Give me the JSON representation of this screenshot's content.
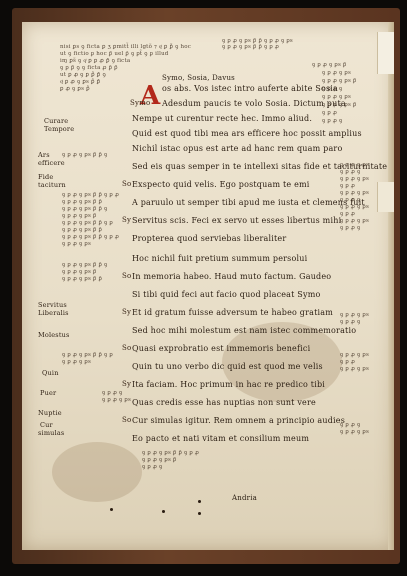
{
  "manuscript": {
    "initial_letter": "A",
    "main_text": [
      "Symo, Sosia, Davus",
      "os abs. Vos istec intro auferte abite Sosia",
      "Adesdum paucis te volo Sosia. Dictum puta",
      "Nempe ut curentur recte hec. Immo aliud.",
      "Quid est quod tibi mea ars efficere hoc possit amplius",
      "Nichil istac opus est arte ad hanc rem quam paro",
      "Sed eis quas semper in te intellexi sitas fide et taciturnitate",
      "Exspecto quid velis. Ego postquam te emi",
      "A paruulo ut semper tibi apud me iusta et clemens fuit",
      "Servitus scis. Feci ex servo ut esses libertus mihi",
      "Propterea quod serviebas liberaliter",
      "Hoc nichil fuit pretium summum persolui",
      "In memoria habeo. Haud muto factum. Gaudeo",
      "Si tibi quid feci aut facio quod placeat Symo",
      "Et id gratum fuisse adversum te habeo gratiam",
      "Sed hoc mihi molestum est nam istec commemoratio",
      "Quasi exprobratio est immemoris benefici",
      "Quin tu uno verbo dic quid est quod me velis",
      "Ita faciam. Hoc primum in hac re predico tibi",
      "Quas credis esse has nuptias non sunt vere",
      "Cur simulas igitur. Rem omnem a principio audies",
      "Eo pacto et nati vitam et consilium meum"
    ],
    "speakers": [
      "Symo",
      "So",
      "Sy",
      "So",
      "Sy",
      "So",
      "Sy",
      "So"
    ],
    "margin_notes": [
      "Curare",
      "Tempore",
      "Ars",
      "efficere",
      "Fide",
      "taciturn",
      "Servitus",
      "Liberalis",
      "Molestus",
      "Quin",
      "Puer",
      "Nuptie",
      "Cur",
      "simulas"
    ],
    "footer_word": "Andria"
  }
}
